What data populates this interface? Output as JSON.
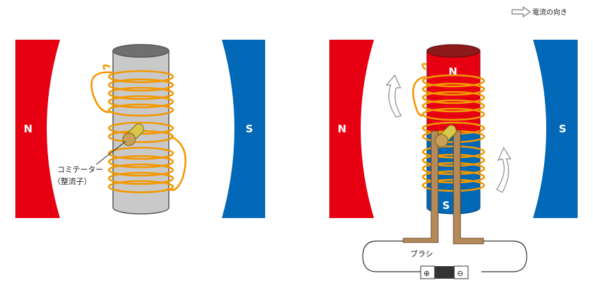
{
  "legend": {
    "label": "電流の向き",
    "icon": "hollow-right-arrow-icon"
  },
  "left_motor": {
    "magnet_left_label": "N",
    "magnet_right_label": "S",
    "commutator_label_line1": "コミテーター",
    "commutator_label_line2": "（整流子）"
  },
  "right_motor": {
    "magnet_left_label": "N",
    "magnet_right_label": "S",
    "rotor_top_label": "N",
    "rotor_bottom_label": "S",
    "brush_label": "ブラシ",
    "battery_plus": "⊕",
    "battery_minus": "⊖"
  },
  "colors": {
    "north": "#e60012",
    "south": "#0068b7",
    "coil": "#f39800",
    "core": "#c9c9c9",
    "commutator": "#d9c74a",
    "brush": "#b48a5a"
  }
}
